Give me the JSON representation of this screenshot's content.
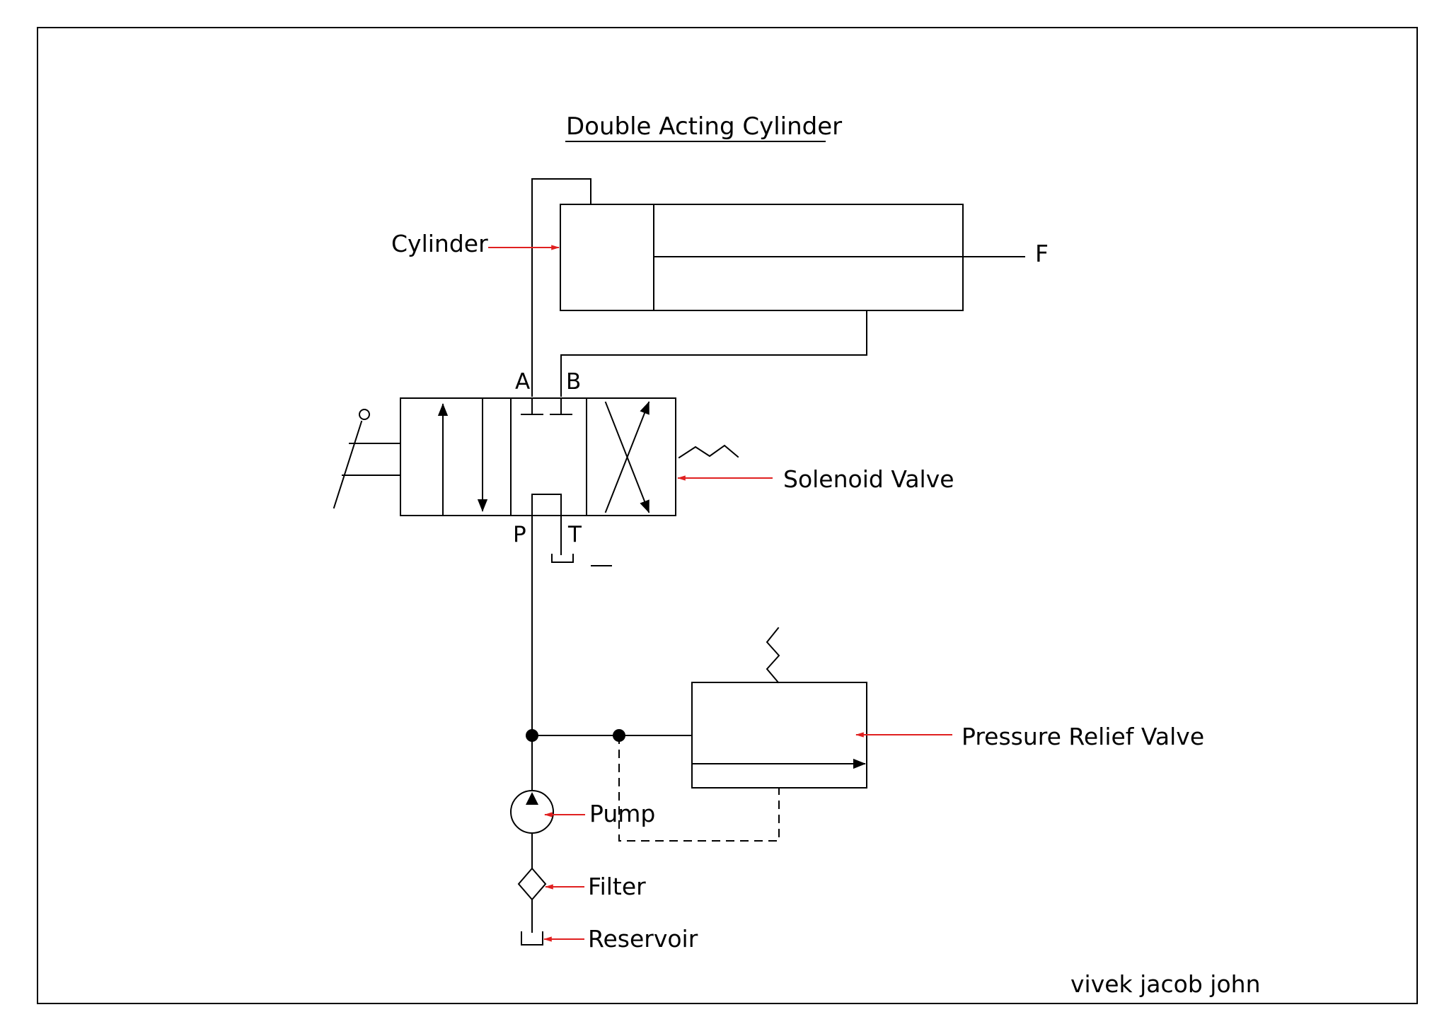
{
  "title": "Double Acting Cylinder",
  "labels": {
    "cylinder": "Cylinder",
    "force": "F",
    "solenoid_valve": "Solenoid Valve",
    "pressure_relief_valve": "Pressure Relief Valve",
    "pump": "Pump",
    "filter": "Filter",
    "reservoir": "Reservoir"
  },
  "ports": {
    "a": "A",
    "b": "B",
    "p": "P",
    "t": "T"
  },
  "author": "vivek jacob john",
  "colors": {
    "line": "#000000",
    "leader": "#e02020",
    "background": "#ffffff"
  }
}
